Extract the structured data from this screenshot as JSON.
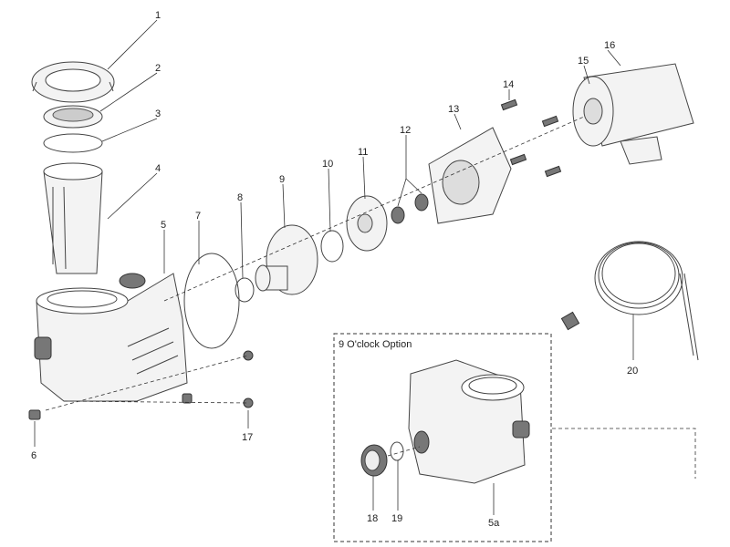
{
  "diagram": {
    "title": "Pool pump exploded parts diagram",
    "callouts": [
      {
        "id": "c1",
        "label": "1"
      },
      {
        "id": "c2",
        "label": "2"
      },
      {
        "id": "c3",
        "label": "3"
      },
      {
        "id": "c4",
        "label": "4"
      },
      {
        "id": "c5",
        "label": "5"
      },
      {
        "id": "c6",
        "label": "6"
      },
      {
        "id": "c7",
        "label": "7"
      },
      {
        "id": "c8",
        "label": "8"
      },
      {
        "id": "c9",
        "label": "9"
      },
      {
        "id": "c10",
        "label": "10"
      },
      {
        "id": "c11",
        "label": "11"
      },
      {
        "id": "c12",
        "label": "12"
      },
      {
        "id": "c13",
        "label": "13"
      },
      {
        "id": "c14",
        "label": "14"
      },
      {
        "id": "c15",
        "label": "15"
      },
      {
        "id": "c16",
        "label": "16"
      },
      {
        "id": "c17",
        "label": "17"
      },
      {
        "id": "c20",
        "label": "20"
      }
    ],
    "inset": {
      "title": "9 O'clock Option",
      "callouts": [
        {
          "id": "c18",
          "label": "18"
        },
        {
          "id": "c19",
          "label": "19"
        },
        {
          "id": "c5a",
          "label": "5a"
        }
      ]
    }
  }
}
